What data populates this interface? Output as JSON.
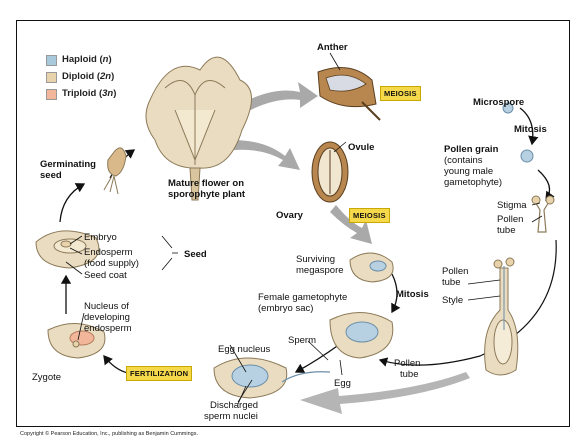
{
  "legend": [
    {
      "word": "Haploid",
      "sym": "n",
      "color": "#a8c8dc"
    },
    {
      "word": "Diploid",
      "sym": "2n",
      "color": "#e8d3ac"
    },
    {
      "word": "Triploid",
      "sym": "3n",
      "color": "#f2b79a"
    }
  ],
  "tags": {
    "meiosis1": "MEIOSIS",
    "meiosis2": "MEIOSIS",
    "fertilization": "FERTILIZATION"
  },
  "labels": {
    "anther": "Anther",
    "microspore": "Microspore",
    "mitosis1": "Mitosis",
    "pollen_grain_1": "Pollen grain",
    "pollen_grain_2": "(contains",
    "pollen_grain_3": "young male",
    "pollen_grain_4": "gametophyte)",
    "stigma": "Stigma",
    "pollen_tube_1a": "Pollen",
    "pollen_tube_1b": "tube",
    "pollen_tube_2a": "Pollen",
    "pollen_tube_2b": "tube",
    "style": "Style",
    "ovule": "Ovule",
    "ovary": "Ovary",
    "mature_flower_1": "Mature flower on",
    "mature_flower_2": "sporophyte plant",
    "germinating_1": "Germinating",
    "germinating_2": "seed",
    "embryo": "Embryo",
    "endosperm_1": "Endosperm",
    "endosperm_2": "(food supply)",
    "seed_coat": "Seed coat",
    "seed": "Seed",
    "surviving_1": "Surviving",
    "surviving_2": "megaspore",
    "mitosis2": "Mitosis",
    "female_1": "Female gametophyte",
    "female_2": "(embryo sac)",
    "sperm": "Sperm",
    "egg": "Egg",
    "pollen_tube_3a": "Pollen",
    "pollen_tube_3b": "tube",
    "egg_nucleus": "Egg nucleus",
    "discharged_1": "Discharged",
    "discharged_2": "sperm nuclei",
    "nucleus_dev_1": "Nucleus of",
    "nucleus_dev_2": "developing",
    "nucleus_dev_3": "endosperm",
    "zygote": "Zygote"
  },
  "copyright": "Copyright © Pearson Education, Inc., publishing as Benjamin Cummings."
}
